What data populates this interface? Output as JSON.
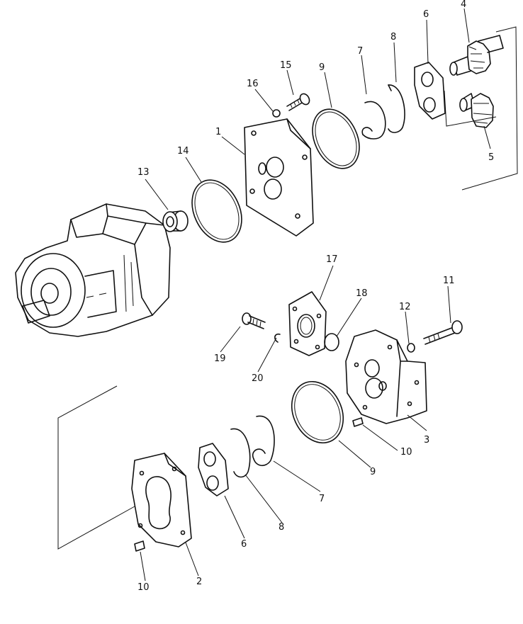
{
  "callouts": {
    "c1": "1",
    "c2": "2",
    "c3": "3",
    "c4": "4",
    "c5": "5",
    "c6a": "6",
    "c6b": "6",
    "c7a": "7",
    "c7b": "7",
    "c8a": "8",
    "c8b": "8",
    "c9a": "9",
    "c9b": "9",
    "c10a": "10",
    "c10b": "10",
    "c11": "11",
    "c12": "12",
    "c13": "13",
    "c14": "14",
    "c15": "15",
    "c16": "16",
    "c17": "17",
    "c18": "18",
    "c19": "19",
    "c20": "20"
  }
}
